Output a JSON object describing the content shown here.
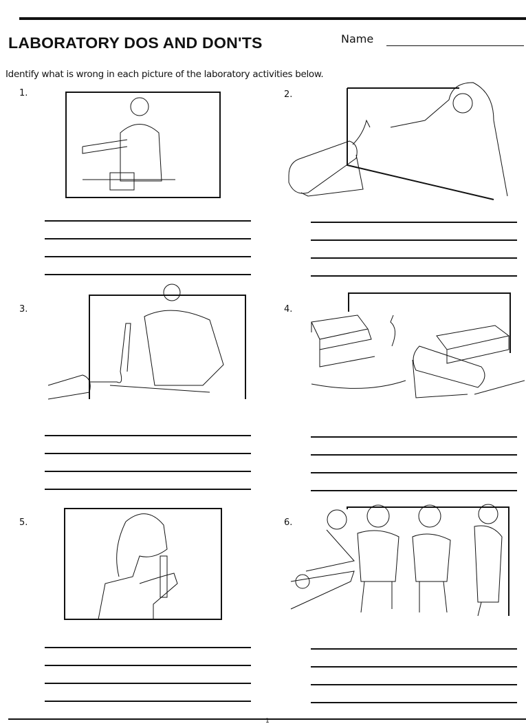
{
  "header": {
    "title": "LABORATORY DOS AND DON'TS",
    "name_label": "Name"
  },
  "instructions": "Identify what is wrong in each picture of the laboratory activities below.",
  "items": [
    {
      "number": "1."
    },
    {
      "number": "2."
    },
    {
      "number": "3."
    },
    {
      "number": "4."
    },
    {
      "number": "5."
    },
    {
      "number": "6."
    }
  ],
  "footer": {
    "page_number": "1"
  }
}
